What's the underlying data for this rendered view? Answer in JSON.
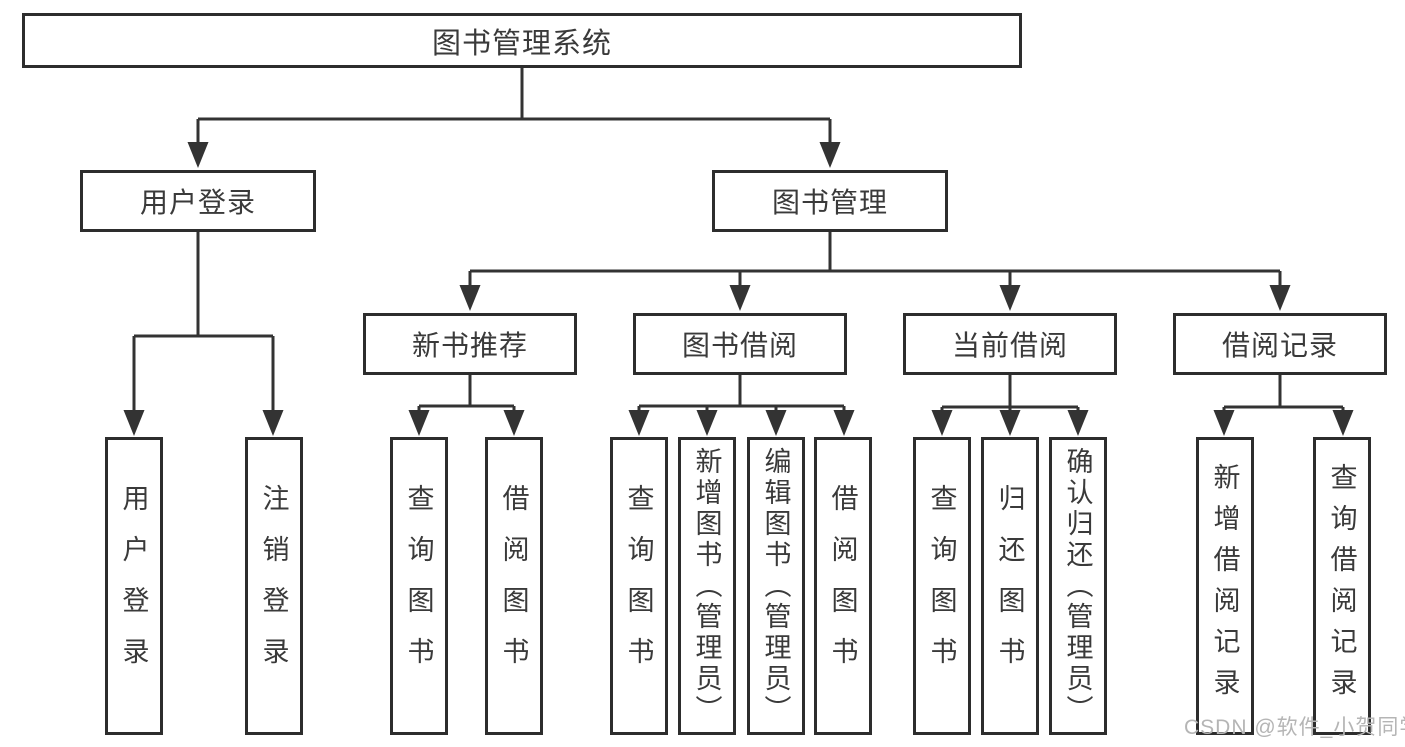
{
  "diagram": {
    "root": {
      "label": "图书管理系统"
    },
    "branches": [
      {
        "label": "用户登录",
        "children": [
          "用户登录",
          "注销登录"
        ]
      },
      {
        "label": "图书管理",
        "sections": [
          {
            "label": "新书推荐",
            "children": [
              "查询图书",
              "借阅图书"
            ]
          },
          {
            "label": "图书借阅",
            "children": [
              "查询图书",
              "新增图书（管理员）",
              "编辑图书（管理员）",
              "借阅图书"
            ]
          },
          {
            "label": "当前借阅",
            "children": [
              "查询图书",
              "归还图书",
              "确认归还（管理员）"
            ]
          },
          {
            "label": "借阅记录",
            "children": [
              "新增借阅记录",
              "查询借阅记录"
            ]
          }
        ]
      }
    ]
  },
  "watermark": {
    "text": "CSDN @软件_小贺同学"
  },
  "colors": {
    "background": "#ffffff",
    "line": "#333333",
    "box_border": "#2d2d2d",
    "text": "#3a3a3a",
    "watermark": "#b5b5b5"
  }
}
